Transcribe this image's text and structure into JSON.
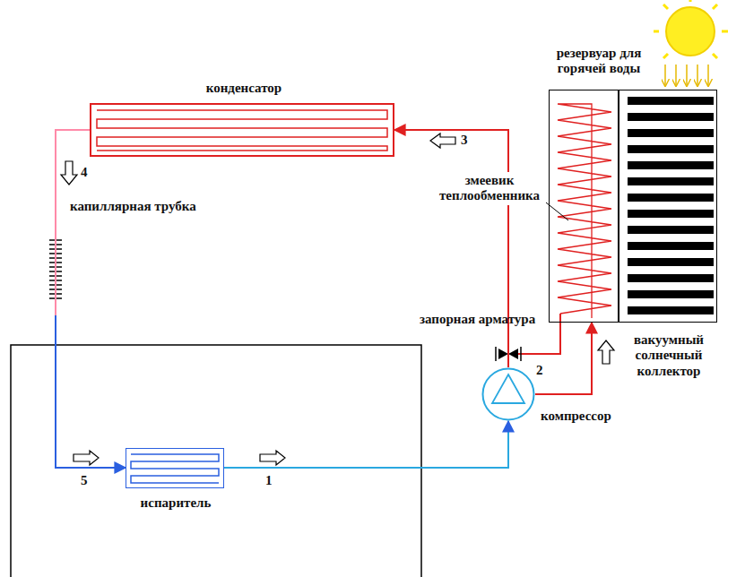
{
  "diagram": {
    "nodes": [
      {
        "text": [
          "конденсатор"
        ]
      },
      {
        "text": [
          "резервуар для горячей воды"
        ]
      },
      {
        "text": [
          "вакуумный солнечный коллектор"
        ]
      },
      {
        "text": [
          "компрессор"
        ]
      },
      {
        "text": [
          "испаритель"
        ]
      }
    ],
    "edges": [
      {
        "from": 4,
        "to": 3,
        "arrow": "to"
      },
      {
        "from": 3,
        "to": 0,
        "arrow": "to"
      },
      {
        "from": 0,
        "to": 4,
        "arrow": "to"
      },
      {
        "from": 3,
        "to": 1,
        "arrow": "to"
      }
    ],
    "labels": [
      "3",
      "4",
      "капиллярная трубка",
      "змеевик теплообменника",
      "запорная арматура",
      "2",
      "5",
      "1"
    ]
  }
}
